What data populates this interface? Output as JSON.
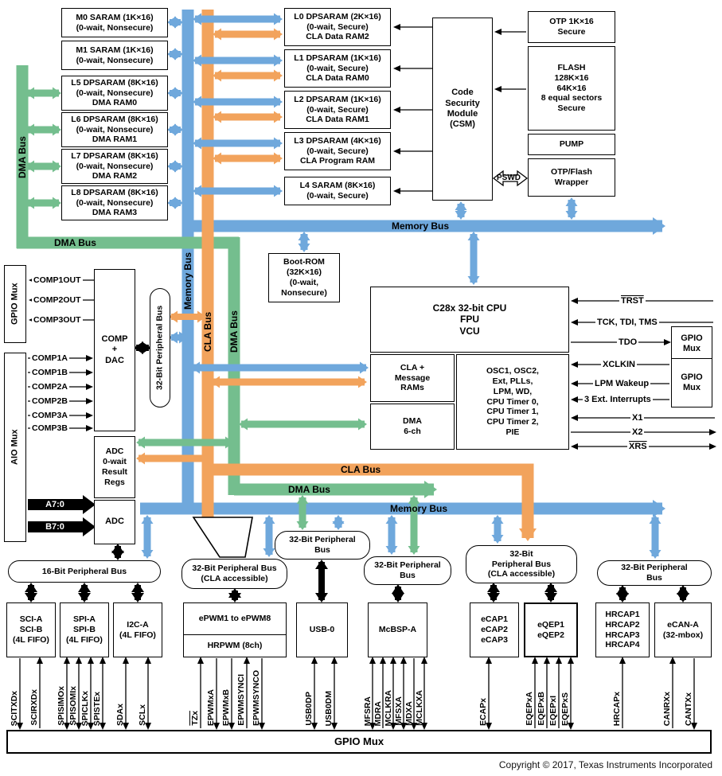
{
  "colors": {
    "memory_bus": "#6FA8DC",
    "dma_bus": "#74BE8E",
    "cla_bus": "#F2A35C"
  },
  "ram_left": {
    "m0": "M0 SARAM (1K×16)\n(0-wait, Nonsecure)",
    "m1": "M1 SARAM (1K×16)\n(0-wait, Nonsecure)",
    "l5": "L5 DPSARAM (8K×16)\n(0-wait, Nonsecure)\nDMA RAM0",
    "l6": "L6 DPSARAM (8K×16)\n(0-wait, Nonsecure)\nDMA RAM1",
    "l7": "L7 DPSARAM (8K×16)\n(0-wait, Nonsecure)\nDMA RAM2",
    "l8": "L8 DPSARAM (8K×16)\n(0-wait, Nonsecure)\nDMA RAM3"
  },
  "ram_mid": {
    "l0": "L0 DPSARAM (2K×16)\n(0-wait, Secure)\nCLA Data RAM2",
    "l1": "L1 DPSARAM (1K×16)\n(0-wait, Secure)\nCLA Data RAM0",
    "l2": "L2 DPSARAM (1K×16)\n(0-wait, Secure)\nCLA Data RAM1",
    "l3": "L3 DPSARAM (4K×16)\n(0-wait, Secure)\nCLA Program RAM",
    "l4": "L4 SARAM (8K×16)\n(0-wait, Secure)"
  },
  "security": {
    "csm": "Code\nSecurity\nModule\n(CSM)",
    "otp": "OTP 1K×16\nSecure",
    "flash": "FLASH\n128K×16\n64K×16\n8 equal sectors\nSecure",
    "pump": "PUMP",
    "wrapper": "OTP/Flash\nWrapper",
    "pswd": "PSWD"
  },
  "buses": {
    "memory": "Memory Bus",
    "dma": "DMA Bus",
    "cla": "CLA Bus",
    "p32_v": "32-Bit Peripheral Bus",
    "p16": "16-Bit Peripheral Bus",
    "p32_cla": "32-Bit Peripheral Bus\n(CLA accessible)",
    "p32": "32-Bit Peripheral\nBus",
    "p32_cla3": "32-Bit\nPeripheral Bus\n(CLA accessible)"
  },
  "core": {
    "bootrom": "Boot-ROM\n(32K×16)\n(0-wait,\nNonsecure)",
    "cpu": "C28x 32-bit CPU\nFPU\nVCU",
    "cla": "CLA +\nMessage\nRAMs",
    "dma": "DMA\n6-ch",
    "osc": "OSC1, OSC2,\nExt, PLLs,\nLPM, WD,\nCPU Timer 0,\nCPU Timer 1,\nCPU Timer 2,\nPIE"
  },
  "left": {
    "gpio_mux": "GPIO Mux",
    "aio_mux": "AIO Mux",
    "comp_dac": "COMP\n+\nDAC",
    "adc_result": "ADC\n0-wait\nResult\nRegs",
    "adc": "ADC",
    "comp_out": [
      "COMP1OUT",
      "COMP2OUT",
      "COMP3OUT"
    ],
    "comp_in": [
      "COMP1A",
      "COMP1B",
      "COMP2A",
      "COMP2B",
      "COMP3A",
      "COMP3B"
    ],
    "adc_a": "A7:0",
    "adc_b": "B7:0"
  },
  "right": {
    "gpio_mux": "GPIO\nMux",
    "trst": "TRST",
    "jtag": "TCK, TDI, TMS",
    "tdo": "TDO",
    "xclkin": "XCLKIN",
    "lpm": "LPM Wakeup",
    "ext_int": "3 Ext. Interrupts",
    "x1": "X1",
    "x2": "X2",
    "xrs": "XRS"
  },
  "peripherals": {
    "sci": "SCI-A\nSCI-B\n(4L FIFO)",
    "spi": "SPI-A\nSPI-B\n(4L FIFO)",
    "i2c": "I2C-A\n(4L FIFO)",
    "epwm": "ePWM1 to ePWM8",
    "hrpwm": "HRPWM (8ch)",
    "usb": "USB-0",
    "mcbsp": "McBSP-A",
    "ecap": "eCAP1\neCAP2\neCAP3",
    "eqep": "eQEP1\neQEP2",
    "hrcap": "HRCAP1\nHRCAP2\nHRCAP3\nHRCAP4",
    "ecan": "eCAN-A\n(32-mbox)"
  },
  "pins": {
    "sci": [
      "SCITXDx",
      "SCIRXDx"
    ],
    "spi": [
      "SPISIMOx",
      "SPISOMIx",
      "SPICLKx",
      "SPISTEx"
    ],
    "i2c": [
      "SDAx",
      "SCLx"
    ],
    "epwm": [
      "TZx",
      "EPWMxA",
      "EPWMxB",
      "EPWMSYNCI",
      "EPWMSYNCO"
    ],
    "usb": [
      "USB0DP",
      "USB0DM"
    ],
    "mcbsp": [
      "MFSRA",
      "MDRA",
      "MCLKRA",
      "MFSXA",
      "MDXA",
      "MCLKXA"
    ],
    "ecap": [
      "ECAPx"
    ],
    "eqep": [
      "EQEPxA",
      "EQEPxB",
      "EQEPxI",
      "EQEPxS"
    ],
    "hrcap": [
      "HRCAPx"
    ],
    "ecan": [
      "CANRXx",
      "CANTXx"
    ]
  },
  "footer": {
    "gpio_bar": "GPIO Mux",
    "copyright": "Copyright © 2017, Texas Instruments Incorporated"
  }
}
